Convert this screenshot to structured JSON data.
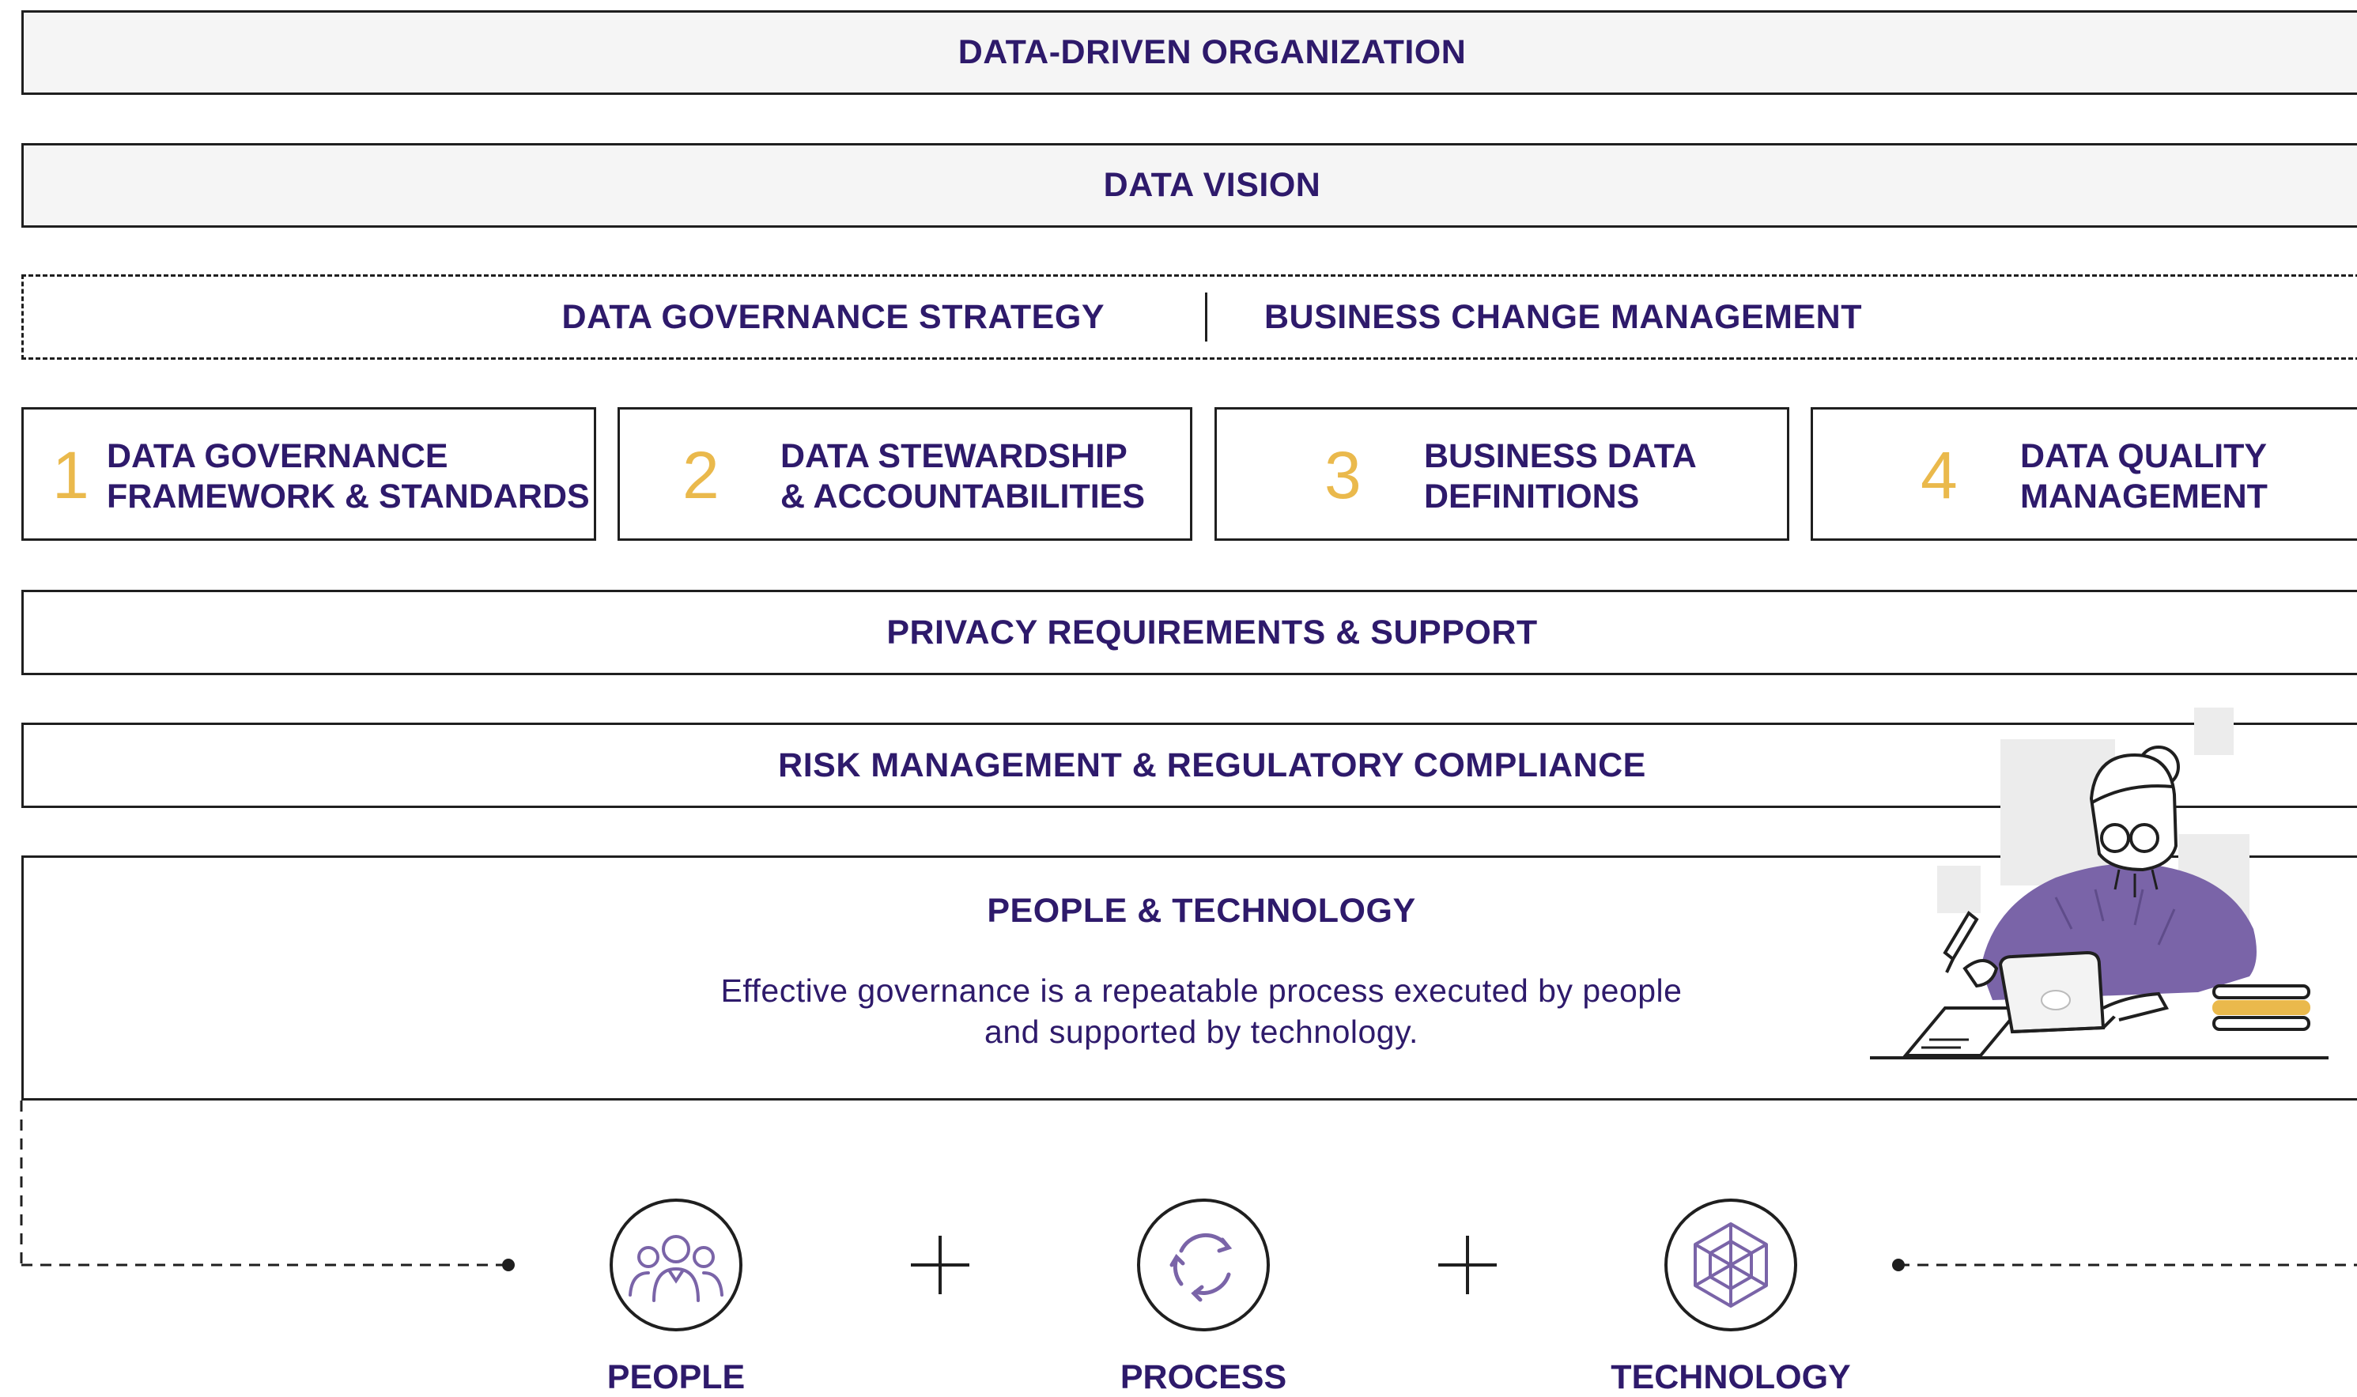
{
  "layers": {
    "top": "DATA-DRIVEN ORGANIZATION",
    "vision": "DATA VISION",
    "strategy_left": "DATA GOVERNANCE STRATEGY",
    "strategy_right": "BUSINESS CHANGE MANAGEMENT",
    "privacy": "PRIVACY REQUIREMENTS & SUPPORT",
    "risk": "RISK MANAGEMENT & REGULATORY COMPLIANCE"
  },
  "pillars": [
    {
      "number": "1",
      "line1": "DATA GOVERNANCE",
      "line2": "FRAMEWORK & STANDARDS"
    },
    {
      "number": "2",
      "line1": "DATA STEWARDSHIP",
      "line2": "& ACCOUNTABILITIES"
    },
    {
      "number": "3",
      "line1": "BUSINESS DATA",
      "line2": "DEFINITIONS"
    },
    {
      "number": "4",
      "line1": "DATA QUALITY",
      "line2": "MANAGEMENT"
    }
  ],
  "people_technology": {
    "title": "PEOPLE & TECHNOLOGY",
    "desc_line1": "Effective governance is a repeatable process executed by people",
    "desc_line2": "and supported by technology."
  },
  "components": [
    {
      "label": "PEOPLE",
      "icon": "people-icon"
    },
    {
      "label": "PROCESS",
      "icon": "process-cycle-icon"
    },
    {
      "label": "TECHNOLOGY",
      "icon": "technology-hexagon-icon"
    }
  ],
  "colors": {
    "text": "#2e1a6b",
    "accent": "#eab94c",
    "illustration_purple": "#7a64a8",
    "box_fill": "#f5f5f5",
    "stroke": "#1f1f1f"
  }
}
